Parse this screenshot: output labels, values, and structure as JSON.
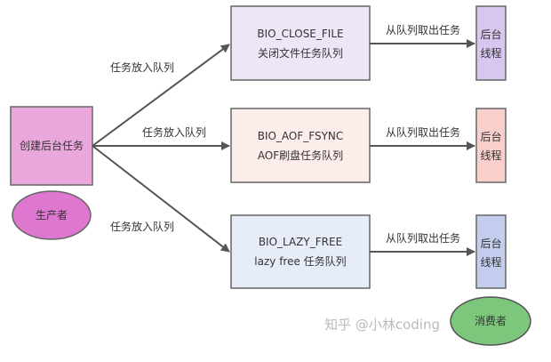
{
  "producer": {
    "task_box": "创建后台任务",
    "label": "生产者",
    "color": "#eaa7dc",
    "ellipse_color": "#de77d0"
  },
  "enqueue_labels": [
    "任务放入队列",
    "任务放入队列",
    "任务放入队列"
  ],
  "queues": [
    {
      "name": "BIO_CLOSE_FILE",
      "desc": "关闭文件任务队列",
      "color": "#ede6f7"
    },
    {
      "name": "BIO_AOF_FSYNC",
      "desc": "AOF刷盘任务队列",
      "color": "#fcecea"
    },
    {
      "name": "BIO_LAZY_FREE",
      "desc": "lazy free 任务队列",
      "color": "#e6edf9"
    }
  ],
  "dequeue_labels": [
    "从队列取出任务",
    "从队列取出任务",
    "从队列取出任务"
  ],
  "threads": [
    {
      "line1": "后台",
      "line2": "线程",
      "color": "#d7c6ee"
    },
    {
      "line1": "后台",
      "line2": "线程",
      "color": "#f8cfcb"
    },
    {
      "line1": "后台",
      "line2": "线程",
      "color": "#c3cdee"
    }
  ],
  "consumer": {
    "label": "消费者",
    "color": "#7dc77c"
  },
  "watermark": "知乎 @小林coding"
}
